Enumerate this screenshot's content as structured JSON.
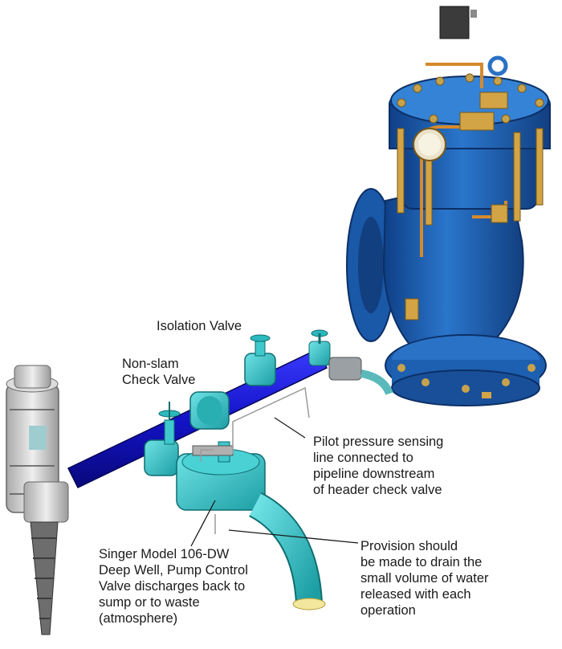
{
  "labels": {
    "isolation_valve": "Isolation Valve",
    "non_slam_check_valve": "Non-slam\nCheck Valve",
    "pilot_sensing_line": "Pilot pressure sensing\nline connected to\npipeline downstream\nof header check valve",
    "singer_valve": "Singer Model 106-DW\nDeep Well, Pump Control\nValve discharges back to\nsump or to waste\n(atmosphere)",
    "drain_provision": "Provision should\nbe made to drain the\nsmall volume of water\nreleased with each\noperation"
  },
  "colors": {
    "main_valve_body": "#1f63b5",
    "pipe": "#1a1ad6",
    "small_valves": "#33c4c8",
    "drain_pipe": "#8fdcdc",
    "pump": "#d9d9d9",
    "brass": "#c99a3a"
  }
}
